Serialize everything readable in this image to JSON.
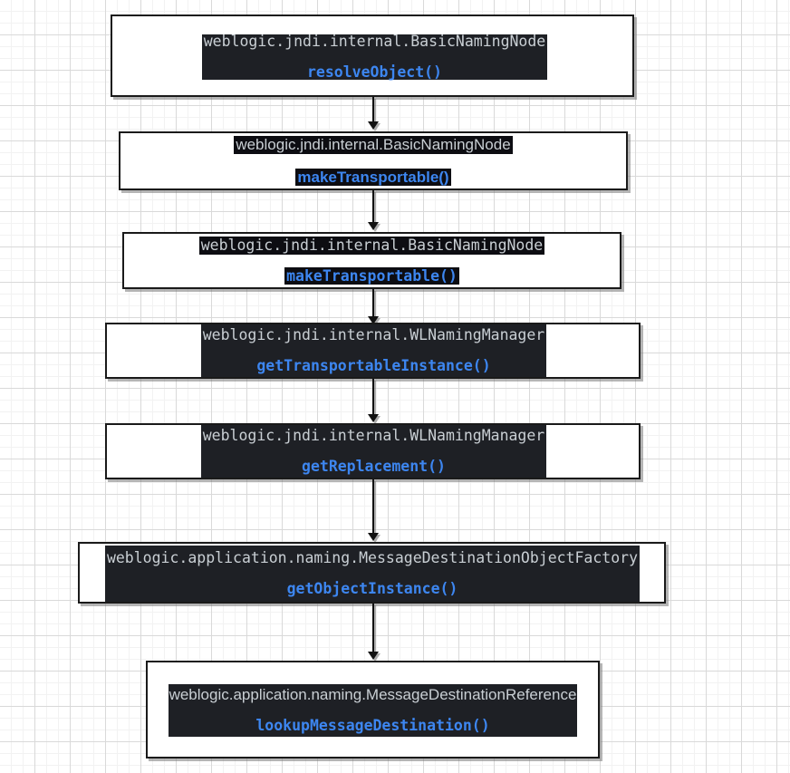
{
  "diagram": {
    "title": "weblogic jndi call stack",
    "background": {
      "grid_minor_color": "#f2f2f2",
      "grid_major_color": "#d9d9d9",
      "page_color": "#ffffff"
    },
    "colors": {
      "slab": "#1e2025",
      "class_text": "#c9cfd4",
      "method_text": "#3d86f0",
      "border": "#1a1a1a",
      "shadow": "#787878"
    },
    "nodes": [
      {
        "id": "node-1",
        "class_name": "weblogic.jndi.internal.BasicNamingNode",
        "method_name": "resolveObject()",
        "style": "slab",
        "font": "mono"
      },
      {
        "id": "node-2",
        "class_name": "weblogic.jndi.internal.BasicNamingNode",
        "method_name": "makeTransportable()",
        "style": "tight",
        "font": "sans"
      },
      {
        "id": "node-3",
        "class_name": "weblogic.jndi.internal.BasicNamingNode",
        "method_name": "makeTransportable()",
        "style": "tight",
        "font": "mono"
      },
      {
        "id": "node-4",
        "class_name": "weblogic.jndi.internal.WLNamingManager",
        "method_name": "getTransportableInstance()",
        "style": "slab",
        "font": "mono"
      },
      {
        "id": "node-5",
        "class_name": "weblogic.jndi.internal.WLNamingManager",
        "method_name": "getReplacement()",
        "style": "slab",
        "font": "mono"
      },
      {
        "id": "node-6",
        "class_name": "weblogic.application.naming.MessageDestinationObjectFactory",
        "method_name": "getObjectInstance()",
        "style": "slab",
        "font": "mono"
      },
      {
        "id": "node-7",
        "class_name": "weblogic.application.naming.MessageDestinationReference",
        "method_name": "lookupMessageDestination()",
        "style": "slab",
        "font": "mixed"
      }
    ],
    "edges": [
      {
        "from": "node-1",
        "to": "node-2"
      },
      {
        "from": "node-2",
        "to": "node-3"
      },
      {
        "from": "node-3",
        "to": "node-4"
      },
      {
        "from": "node-4",
        "to": "node-5"
      },
      {
        "from": "node-5",
        "to": "node-6"
      },
      {
        "from": "node-6",
        "to": "node-7"
      }
    ]
  }
}
